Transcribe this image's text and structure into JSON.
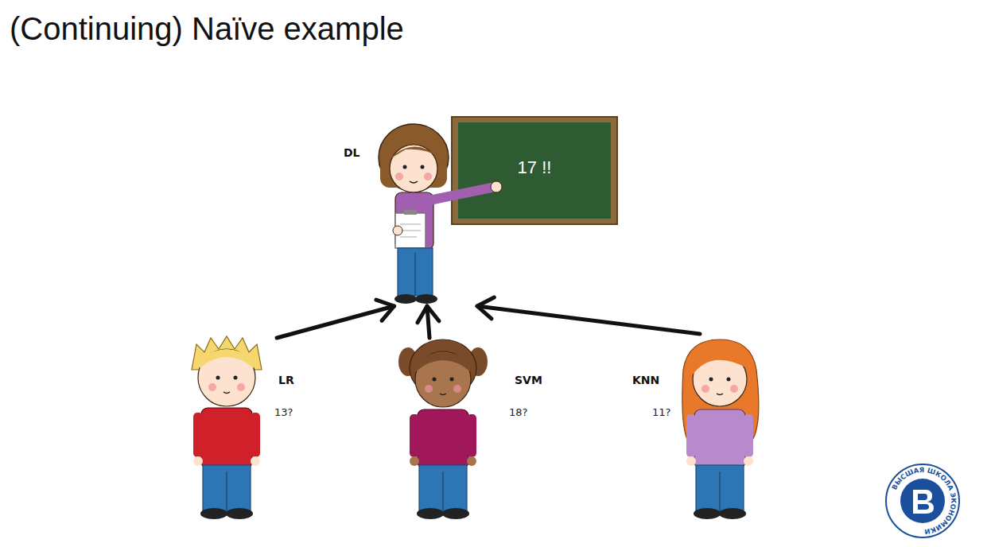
{
  "diagram": {
    "title": "(Continuing) Naïve example",
    "nodes": [
      {
        "text": [
          "DL",
          "17 !!"
        ]
      },
      {
        "text": [
          "LR",
          "13?"
        ]
      },
      {
        "text": [
          "SVM",
          "18?"
        ]
      },
      {
        "text": [
          "KNN",
          "11?"
        ]
      }
    ],
    "edges": [
      {
        "from": 1,
        "to": 0,
        "arrow": "to"
      },
      {
        "from": 2,
        "to": 0,
        "arrow": "to"
      },
      {
        "from": 3,
        "to": 0,
        "arrow": "to"
      }
    ],
    "labels": [
      "ВЫСШАЯ ШКОЛА ЭКОНОМИКИ"
    ]
  }
}
